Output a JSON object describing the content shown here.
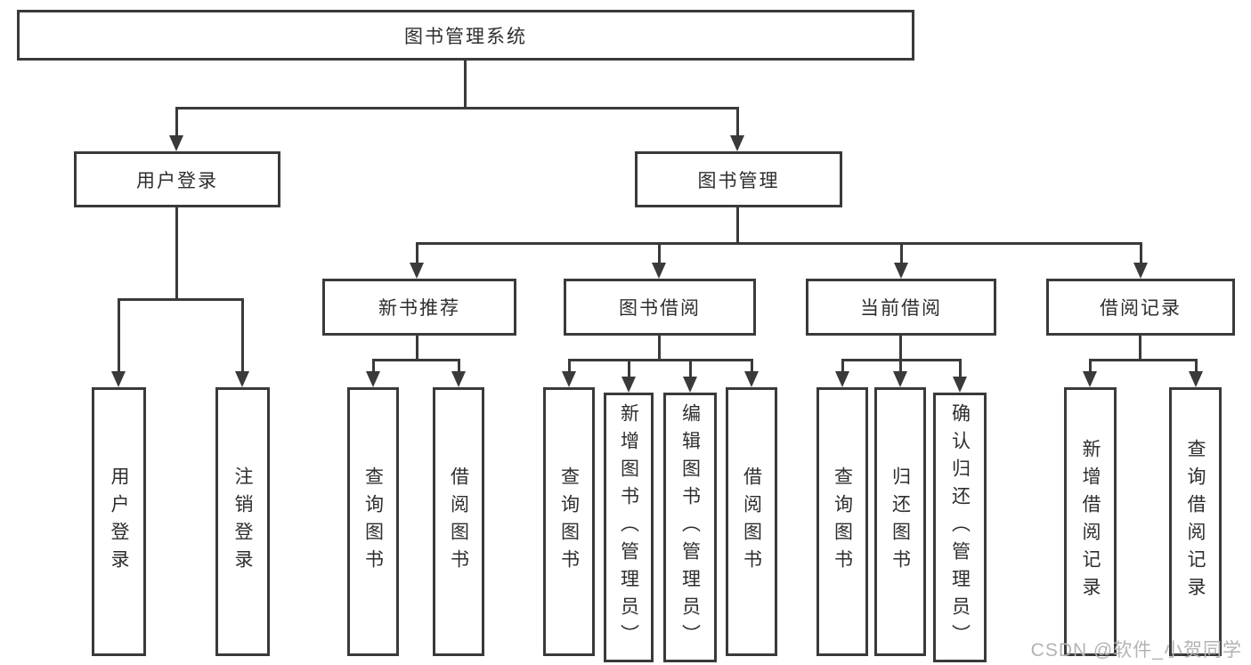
{
  "colors": {
    "background": "#ffffff",
    "line": "#3a3a3a",
    "box_border": "#3a3a3a",
    "text": "#2e2e2e",
    "watermark": "#b3b3b3"
  },
  "watermark": "CSDN @软件_小贺同学",
  "tree": {
    "label": "图书管理系统",
    "children": [
      {
        "label": "用户登录",
        "children": [
          {
            "label": "用户登录"
          },
          {
            "label": "注销登录"
          }
        ]
      },
      {
        "label": "图书管理",
        "children": [
          {
            "label": "新书推荐",
            "children": [
              {
                "label": "查询图书"
              },
              {
                "label": "借阅图书"
              }
            ]
          },
          {
            "label": "图书借阅",
            "children": [
              {
                "label": "查询图书"
              },
              {
                "label": "新增图书（管理员）"
              },
              {
                "label": "编辑图书（管理员）"
              },
              {
                "label": "借阅图书"
              }
            ]
          },
          {
            "label": "当前借阅",
            "children": [
              {
                "label": "查询图书"
              },
              {
                "label": "归还图书"
              },
              {
                "label": "确认归还（管理员）"
              }
            ]
          },
          {
            "label": "借阅记录",
            "children": [
              {
                "label": "新增借阅记录"
              },
              {
                "label": "查询借阅记录"
              }
            ]
          }
        ]
      }
    ]
  }
}
